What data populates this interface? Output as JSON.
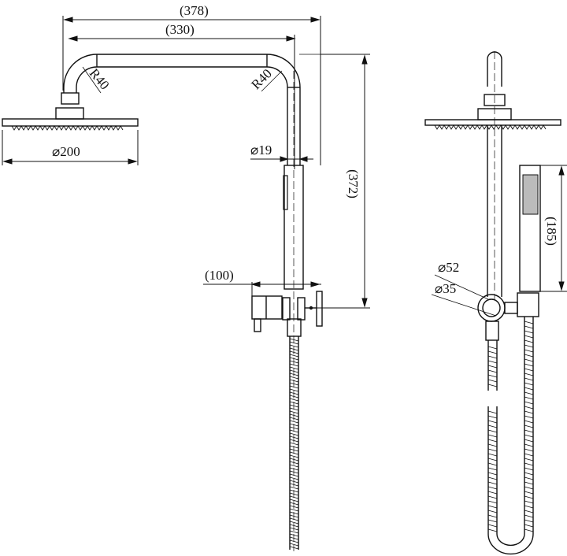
{
  "drawing": {
    "type": "technical-dimension-drawing",
    "subject": "shower set with overhead rain head and hand shower",
    "line_color": "#111111",
    "background": "#ffffff"
  },
  "front_view": {
    "dims": {
      "overall_width": "(378)",
      "arm_length": "(330)",
      "bend_radius_left": "R40",
      "bend_radius_right": "R40",
      "head_diameter": "⌀200",
      "pipe_diameter": "⌀19",
      "height": "(372)",
      "wall_projection": "(100)"
    }
  },
  "side_view": {
    "dims": {
      "hand_shower_length": "(185)",
      "outlet_outer_diameter": "⌀52",
      "outlet_inner_diameter": "⌀35"
    }
  }
}
